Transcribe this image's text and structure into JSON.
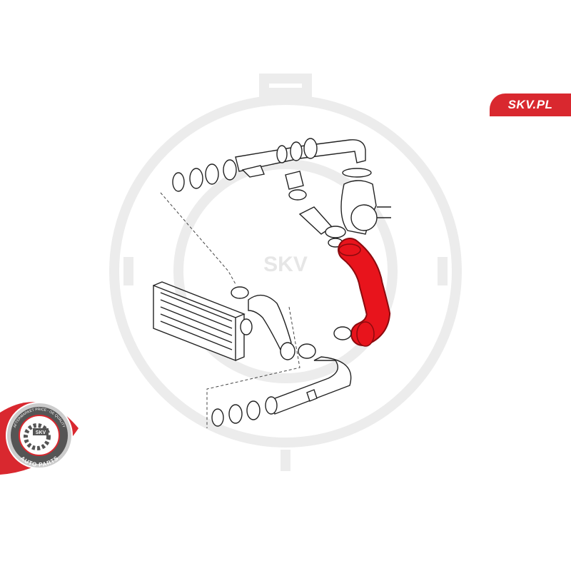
{
  "brand": {
    "label": "SKV.PL"
  },
  "badge": {
    "center_text": "SKV",
    "top_arc_text": "AFTERMARKET PRICE - OE QUALITY",
    "bottom_arc_text": "AUTO PARTS"
  },
  "watermark": {
    "text": "SKV"
  },
  "colors": {
    "brand_red": "#d9282f",
    "hose_red": "#e8141c",
    "line": "#222222",
    "watermark": "#eeeeee"
  }
}
